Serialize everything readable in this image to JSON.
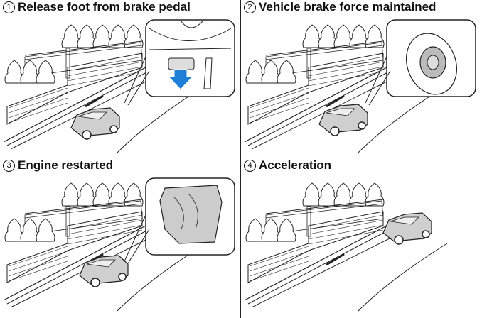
{
  "panels": [
    {
      "step": "1",
      "title": "Release foot from brake pedal",
      "inset": "brake-pedal"
    },
    {
      "step": "2",
      "title": "Vehicle brake force maintained",
      "inset": "brake-disc"
    },
    {
      "step": "3",
      "title": "Engine restarted",
      "inset": "engine"
    },
    {
      "step": "4",
      "title": "Acceleration",
      "inset": "none"
    }
  ],
  "colors": {
    "arrow": "#1f7fd6",
    "car": "#cfcfcf",
    "line": "#222222"
  }
}
